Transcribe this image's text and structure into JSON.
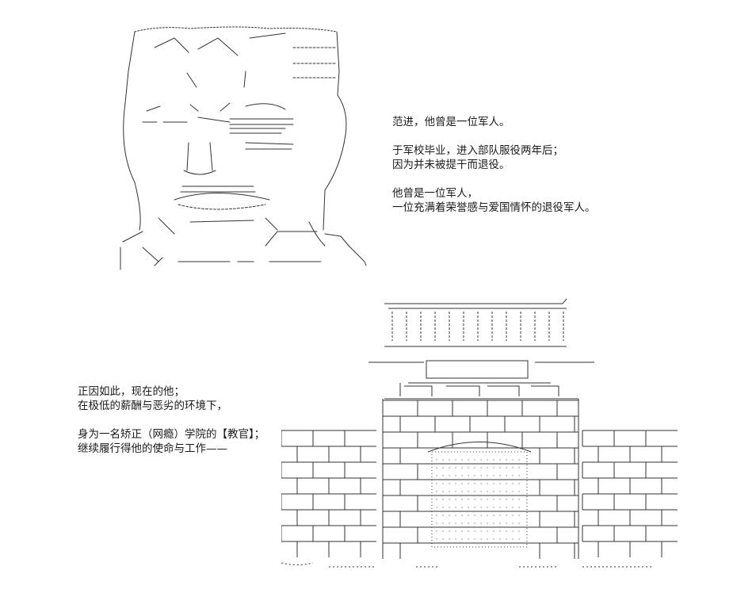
{
  "captions": {
    "top": [
      "范进，他曾是一位军人。",
      "",
      "于军校毕业，进入部队服役两年后；",
      "因为并未被提干而退役。",
      "",
      "他曾是一位军人，",
      "一位充满着荣誉感与爱国情怀的退役军人。"
    ],
    "bottom": [
      "正因如此，现在的他；",
      "在极低的薪酬与恶劣的环境下，",
      "",
      "身为一名矫正（网瘾）学院的【教官】；",
      "继续履行得他的使命与工作——"
    ]
  },
  "art": {
    "portrait": "ascii-art-man-portrait",
    "building": "ascii-art-school-gate-building"
  }
}
